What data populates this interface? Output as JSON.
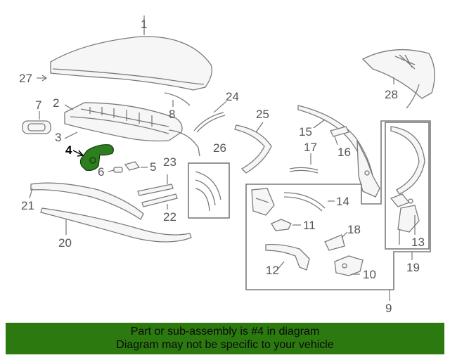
{
  "highlight_part": "4",
  "banner": {
    "line1": "Part or sub-assembly is #4 in diagram",
    "line2": "Diagram may not be specific to your vehicle",
    "bg_color": "#2c7a0f"
  },
  "callouts": [
    "1",
    "2",
    "3",
    "4",
    "5",
    "6",
    "7",
    "8",
    "9",
    "10",
    "11",
    "12",
    "13",
    "14",
    "15",
    "16",
    "17",
    "18",
    "19",
    "20",
    "21",
    "22",
    "23",
    "24",
    "25",
    "26",
    "27",
    "28"
  ]
}
